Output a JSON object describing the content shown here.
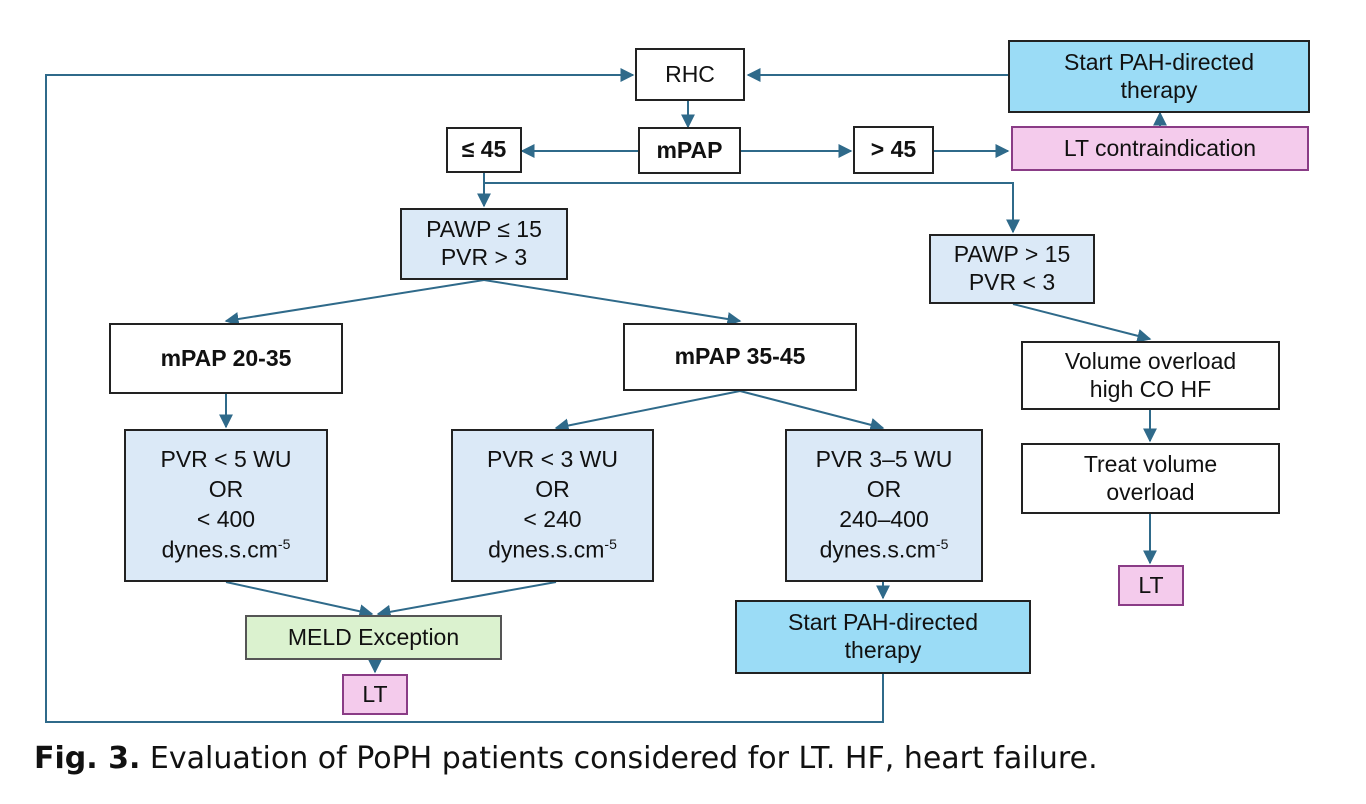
{
  "nodes": {
    "rhc": "RHC",
    "start_pah_top": "Start PAH-directed therapy",
    "le45": "≤ 45",
    "mpap": "mPAP",
    "gt45": "> 45",
    "lt_contra": "LT contraindication",
    "pawp_le15_l1": "PAWP ≤ 15",
    "pawp_le15_l2": "PVR > 3",
    "pawp_gt15_l1": "PAWP > 15",
    "pawp_gt15_l2": "PVR < 3",
    "mpap_20_35": "mPAP 20-35",
    "mpap_35_45": "mPAP 35-45",
    "volume_overload": "Volume overload high CO HF",
    "pvr5_l1": "PVR < 5 WU",
    "pvr5_l2": "OR",
    "pvr5_l3": "< 400",
    "pvr5_l4": "dynes.s.cm",
    "pvr3_l1": "PVR < 3 WU",
    "pvr3_l2": "OR",
    "pvr3_l3": "< 240",
    "pvr3_l4": "dynes.s.cm",
    "pvr35_l1": "PVR 3–5 WU",
    "pvr35_l2": "OR",
    "pvr35_l3": "240–400",
    "pvr35_l4": "dynes.s.cm",
    "exponent": "-5",
    "treat_volume": "Treat volume overload",
    "lt_right": "LT",
    "meld": "MELD Exception",
    "start_pah_bottom": "Start PAH-directed therapy",
    "lt_bottom": "LT"
  },
  "caption": {
    "label": "Fig. 3.",
    "text": "Evaluation of PoPH patients considered for LT. HF, heart failure."
  },
  "colors": {
    "arrow": "#2f6a8a",
    "light_blue_fill": "#dbe9f7",
    "cyan_fill": "#9bdcf6",
    "pink_fill": "#f4cbec",
    "green_fill": "#dbf2cf"
  }
}
